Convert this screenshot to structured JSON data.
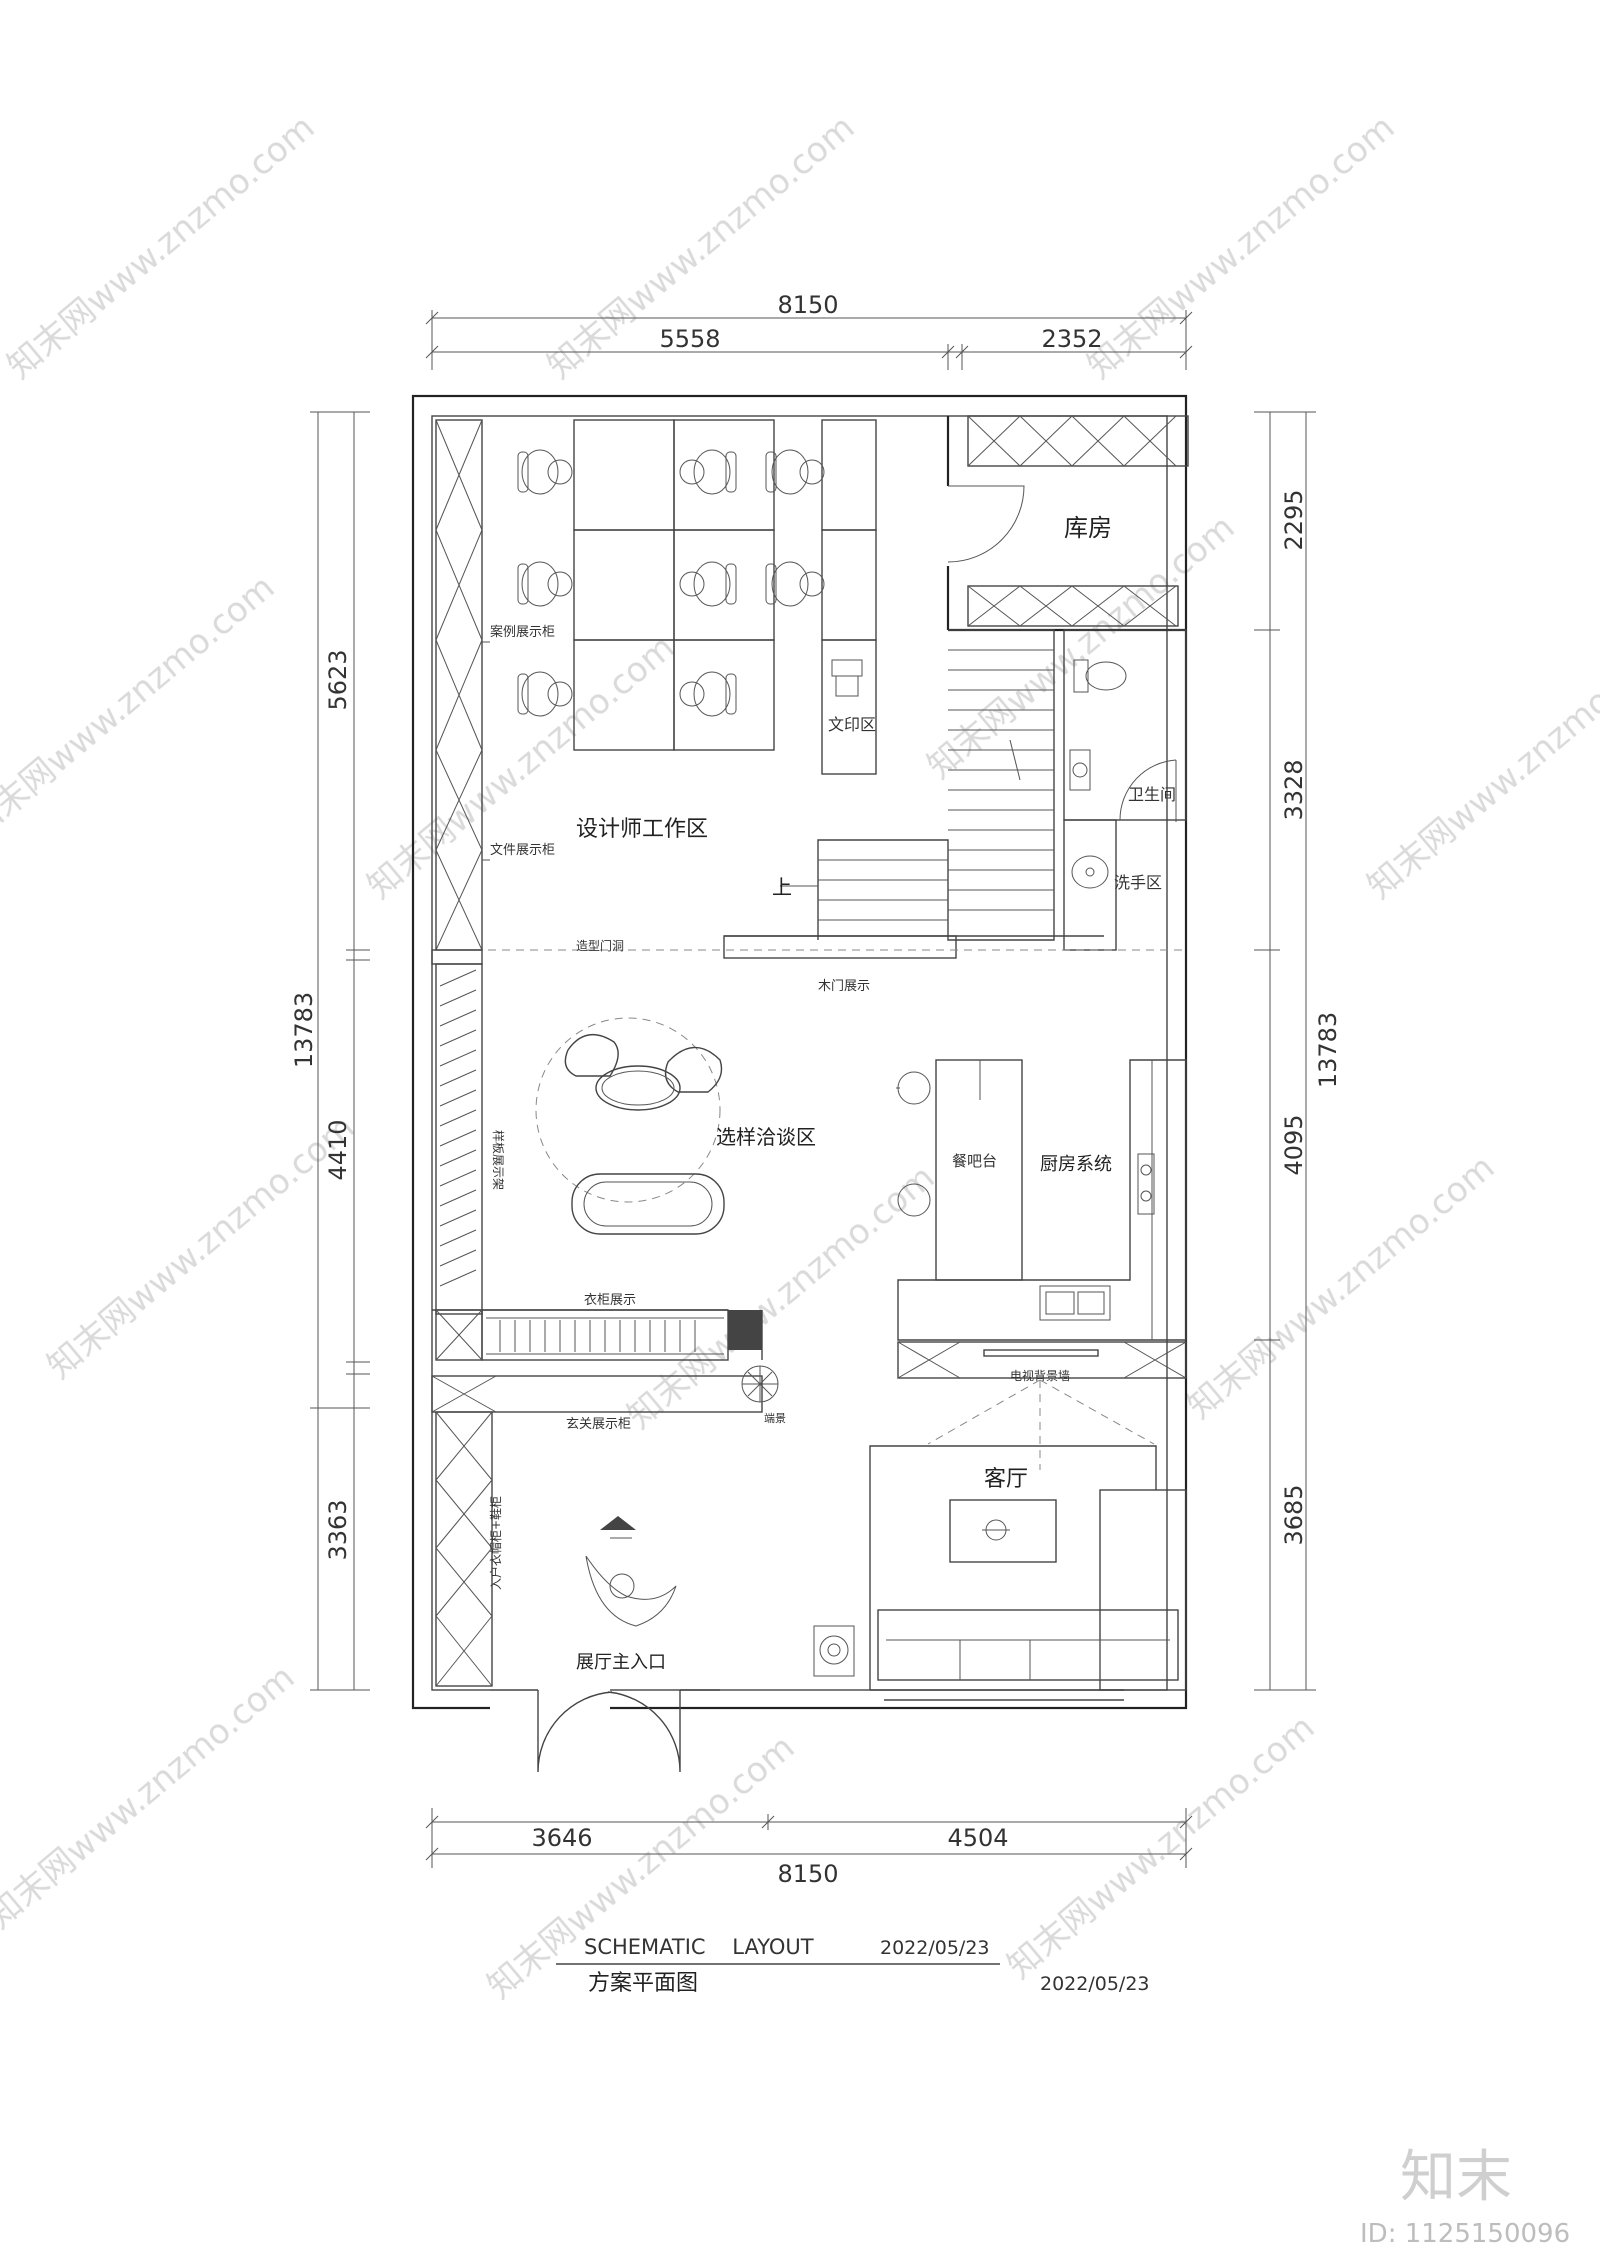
{
  "dimensions": {
    "top_total": "8150",
    "top_left": "5558",
    "top_right": "2352",
    "bottom_left": "3646",
    "bottom_right": "4504",
    "bottom_total": "8150",
    "left_total": "13783",
    "left_1": "5623",
    "left_2": "4410",
    "left_3": "3363",
    "right_total": "13783",
    "right_1": "2295",
    "right_2": "3328",
    "right_3": "4095",
    "right_4": "3685"
  },
  "rooms": {
    "storage": "库房",
    "designer_area": "设计师工作区",
    "print_area": "文印区",
    "case_cabinet": "案例展示柜",
    "file_cabinet": "文件展示柜",
    "bathroom": "卫生间",
    "wash_area": "洗手区",
    "stair_up": "上",
    "arch_door": "造型门洞",
    "wood_door": "木门展示",
    "negotiation": "选样洽谈区",
    "sample_rack": "样板展示架",
    "bar": "餐吧台",
    "kitchen": "厨房系统",
    "wardrobe_display": "衣柜展示",
    "entry_cabinet": "玄关展示柜",
    "plant": "端景",
    "tv_wall": "电视背景墙",
    "living": "客厅",
    "entry_wardrobe": "入户衣帽柜+鞋柜",
    "main_entrance": "展厅主入口"
  },
  "title_block": {
    "title_en": "SCHEMATIC    LAYOUT",
    "date_1": "2022/05/23",
    "title_cn": "方案平面图",
    "date_2": "2022/05/23"
  },
  "watermark": {
    "text": "知末网www.znzmo.com",
    "logo": "知末",
    "id": "ID: 1125150096"
  }
}
